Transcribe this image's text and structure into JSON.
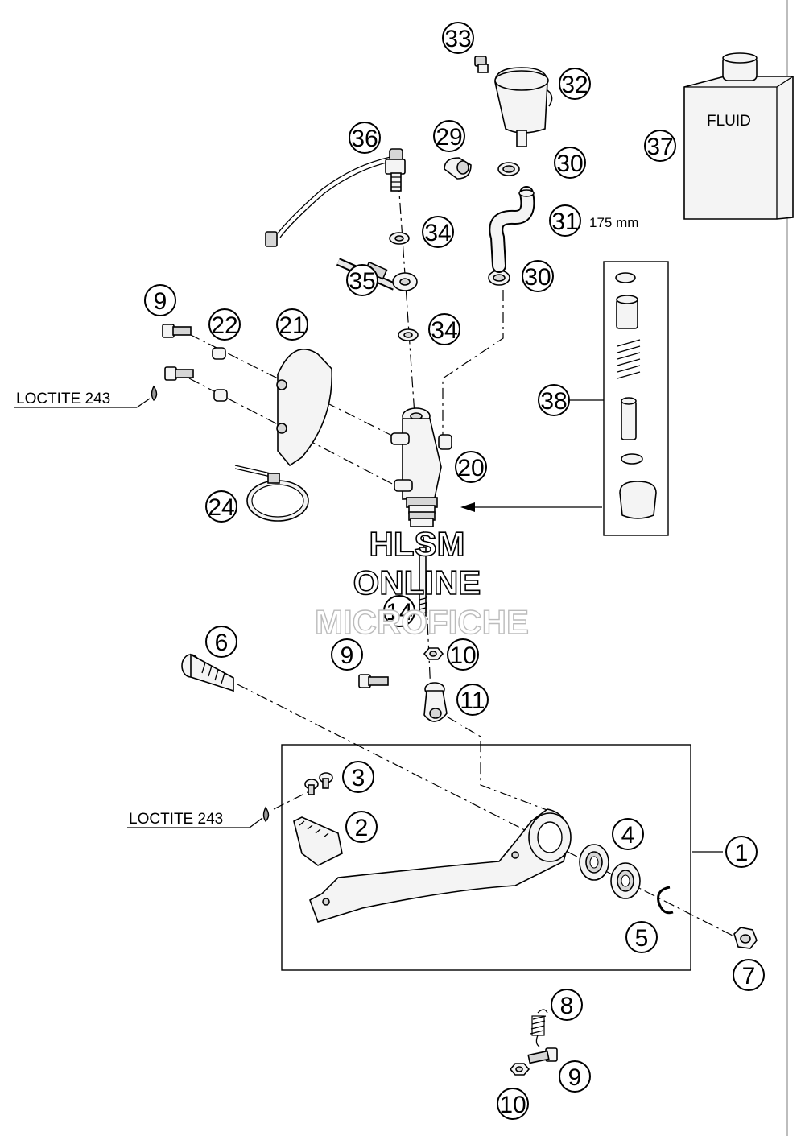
{
  "callouts": [
    {
      "id": "c33",
      "text": "33"
    },
    {
      "id": "c32",
      "text": "32"
    },
    {
      "id": "c37",
      "text": "37"
    },
    {
      "id": "c36",
      "text": "36"
    },
    {
      "id": "c29",
      "text": "29"
    },
    {
      "id": "c30a",
      "text": "30"
    },
    {
      "id": "c31",
      "text": "31"
    },
    {
      "id": "c34a",
      "text": "34"
    },
    {
      "id": "c35",
      "text": "35"
    },
    {
      "id": "c30b",
      "text": "30"
    },
    {
      "id": "c9a",
      "text": "9"
    },
    {
      "id": "c22",
      "text": "22"
    },
    {
      "id": "c21",
      "text": "21"
    },
    {
      "id": "c34b",
      "text": "34"
    },
    {
      "id": "c38",
      "text": "38"
    },
    {
      "id": "c20",
      "text": "20"
    },
    {
      "id": "c24",
      "text": "24"
    },
    {
      "id": "c14",
      "text": "14"
    },
    {
      "id": "c6",
      "text": "6"
    },
    {
      "id": "c9b",
      "text": "9"
    },
    {
      "id": "c10a",
      "text": "10"
    },
    {
      "id": "c11",
      "text": "11"
    },
    {
      "id": "c3",
      "text": "3"
    },
    {
      "id": "c2",
      "text": "2"
    },
    {
      "id": "c4",
      "text": "4"
    },
    {
      "id": "c1",
      "text": "1"
    },
    {
      "id": "c5",
      "text": "5"
    },
    {
      "id": "c7",
      "text": "7"
    },
    {
      "id": "c8",
      "text": "8"
    },
    {
      "id": "c9c",
      "text": "9"
    },
    {
      "id": "c10b",
      "text": "10"
    }
  ],
  "labels": {
    "fluid": "FLUID",
    "hose_length": "175 mm",
    "loctite_1": "LOCTITE 243",
    "loctite_2": "LOCTITE 243"
  },
  "watermark": {
    "line1": "HLSM",
    "line2": "ONLINE",
    "line3": "MICROFICHE"
  }
}
